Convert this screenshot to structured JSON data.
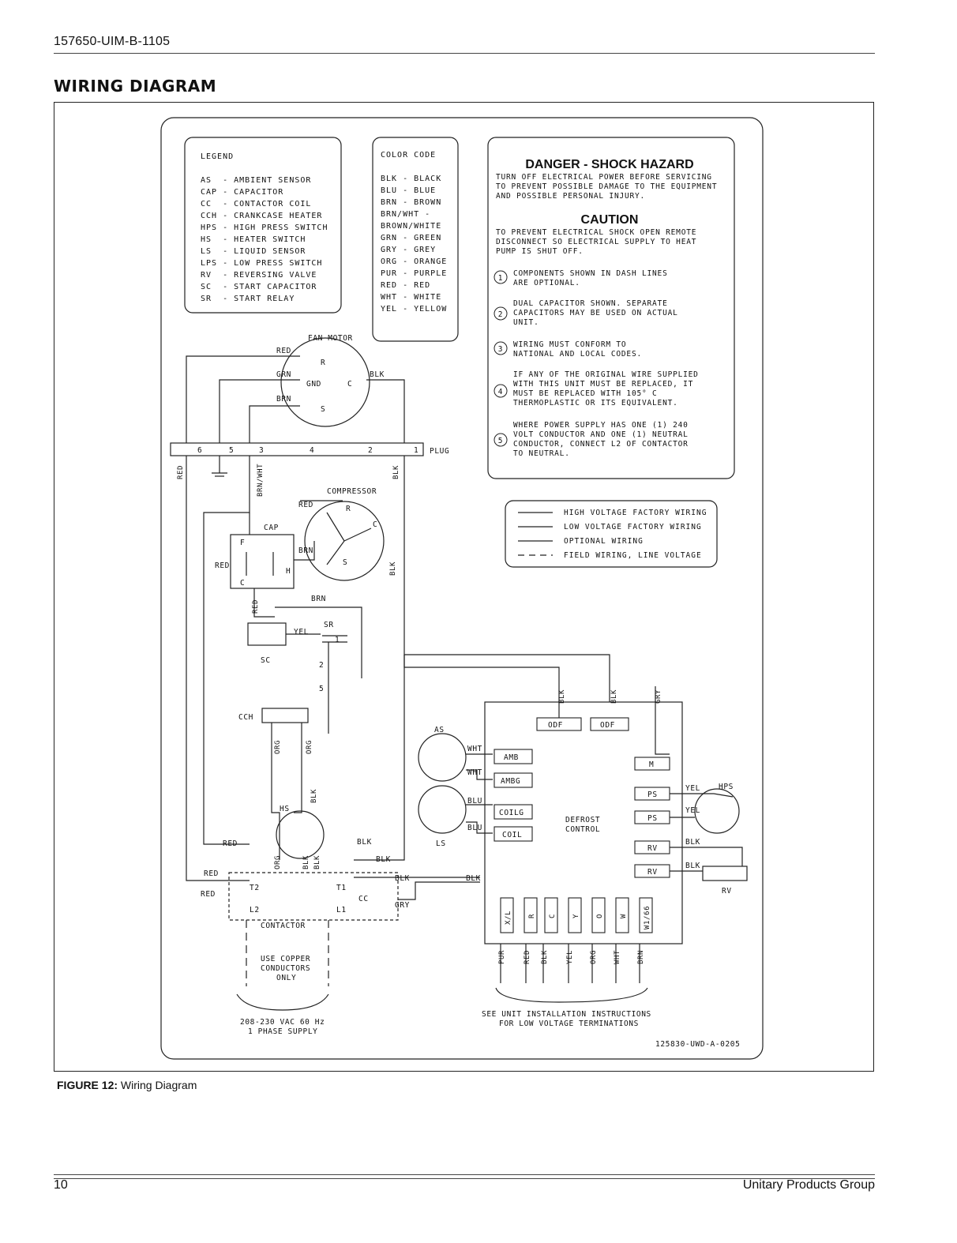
{
  "header": {
    "doc_id": "157650-UIM-B-1105",
    "section_title": "WIRING DIAGRAM"
  },
  "legend": {
    "title": "LEGEND",
    "items": [
      "AS  - AMBIENT SENSOR",
      "CAP - CAPACITOR",
      "CC  - CONTACTOR COIL",
      "CCH - CRANKCASE HEATER",
      "HPS - HIGH PRESS SWITCH",
      "HS  - HEATER SWITCH",
      "LS  - LIQUID SENSOR",
      "LPS - LOW PRESS SWITCH",
      "RV  - REVERSING VALVE",
      "SC  - START CAPACITOR",
      "SR  - START RELAY"
    ]
  },
  "color_code": {
    "title": "COLOR CODE",
    "items": [
      "BLK - BLACK",
      "BLU - BLUE",
      "BRN - BROWN",
      "BRN/WHT -",
      "BROWN/WHITE",
      "GRN - GREEN",
      "GRY - GREY",
      "ORG - ORANGE",
      "PUR - PURPLE",
      "RED - RED",
      "WHT - WHITE",
      "YEL - YELLOW"
    ]
  },
  "warnings": {
    "danger_title": "DANGER - SHOCK HAZARD",
    "danger_lines": [
      "TURN OFF ELECTRICAL POWER BEFORE SERVICING",
      "TO PREVENT POSSIBLE DAMAGE TO THE EQUIPMENT",
      "AND POSSIBLE PERSONAL INJURY."
    ],
    "caution_title": "CAUTION",
    "caution_lines": [
      "TO PREVENT ELECTRICAL SHOCK OPEN REMOTE",
      "DISCONNECT SO ELECTRICAL SUPPLY TO HEAT",
      "PUMP IS SHUT OFF."
    ],
    "notes": [
      {
        "num": "1",
        "lines": [
          "COMPONENTS SHOWN IN DASH LINES",
          "ARE OPTIONAL."
        ]
      },
      {
        "num": "2",
        "lines": [
          "DUAL CAPACITOR SHOWN. SEPARATE",
          "CAPACITORS MAY BE USED ON ACTUAL",
          "UNIT."
        ]
      },
      {
        "num": "3",
        "lines": [
          "WIRING MUST CONFORM TO",
          "NATIONAL AND LOCAL CODES."
        ]
      },
      {
        "num": "4",
        "lines": [
          "IF ANY OF THE ORIGINAL WIRE SUPPLIED",
          "WITH THIS UNIT MUST BE REPLACED, IT",
          "MUST BE REPLACED WITH 105° C",
          "THERMOPLASTIC OR ITS EQUIVALENT."
        ]
      },
      {
        "num": "5",
        "lines": [
          "WHERE POWER SUPPLY HAS ONE (1) 240",
          "VOLT CONDUCTOR AND ONE (1) NEUTRAL",
          "CONDUCTOR, CONNECT L2 OF CONTACTOR",
          "TO NEUTRAL."
        ]
      }
    ]
  },
  "line_legend": [
    "HIGH VOLTAGE FACTORY WIRING",
    "LOW VOLTAGE FACTORY WIRING",
    "OPTIONAL WIRING",
    "FIELD WIRING, LINE VOLTAGE"
  ],
  "labels": {
    "fan_motor": "FAN MOTOR",
    "red": "RED",
    "grn": "GRN",
    "brn": "BRN",
    "blk": "BLK",
    "yel": "YEL",
    "wht": "WHT",
    "blu": "BLU",
    "org": "ORG",
    "gry": "GRY",
    "brn_wht": "BRN/WHT",
    "r": "R",
    "gnd": "GND",
    "c": "C",
    "s": "S",
    "f": "F",
    "h": "H",
    "plug": "PLUG",
    "plug_pins": [
      "6",
      "5",
      "3",
      "4",
      "2",
      "1"
    ],
    "compressor": "COMPRESSOR",
    "cap": "CAP",
    "sr": "SR",
    "sc": "SC",
    "sr_pins": [
      "1",
      "2",
      "5"
    ],
    "cch": "CCH",
    "hs": "HS",
    "as": "AS",
    "ls": "LS",
    "contactor": "CONTACTOR",
    "t2": "T2",
    "t1": "T1",
    "l2": "L2",
    "l1": "L1",
    "cc": "CC",
    "use_copper": [
      "USE COPPER",
      "CONDUCTORS",
      "ONLY"
    ],
    "supply": [
      "208-230 VAC 60 Hz",
      "1 PHASE SUPPLY"
    ],
    "defrost_control": [
      "DEFROST",
      "CONTROL"
    ],
    "odf": "ODF",
    "amb": "AMB",
    "ambg": "AMBG",
    "coilg": "COILG",
    "coil": "COIL",
    "m": "M",
    "ps": "PS",
    "rv": "RV",
    "hps": "HPS",
    "terminals": [
      "X/L",
      "R",
      "C",
      "Y",
      "O",
      "W",
      "W1/66"
    ],
    "terminal_wires": [
      "PUR",
      "RED",
      "BLK",
      "YEL",
      "ORG",
      "WHT",
      "BRN"
    ],
    "see_unit": [
      "SEE UNIT INSTALLATION INSTRUCTIONS",
      "FOR LOW VOLTAGE TERMINATIONS"
    ],
    "drawing_no": "125830-UWD-A-0205"
  },
  "caption": {
    "label": "FIGURE 12:",
    "text": "Wiring Diagram"
  },
  "footer": {
    "page": "10",
    "company": "Unitary Products Group"
  }
}
